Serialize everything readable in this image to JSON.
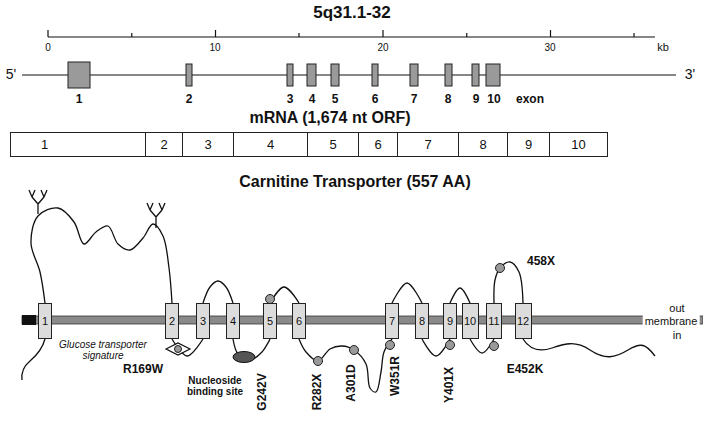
{
  "diagram": {
    "title": "5q31.1-32",
    "nodes": [
      {
        "text": [
          "1"
        ]
      },
      {
        "text": [
          "2"
        ]
      },
      {
        "text": [
          "3"
        ]
      },
      {
        "text": [
          "4"
        ]
      },
      {
        "text": [
          "5"
        ]
      },
      {
        "text": [
          "6"
        ]
      },
      {
        "text": [
          "7"
        ]
      },
      {
        "text": [
          "8"
        ]
      },
      {
        "text": [
          "9"
        ]
      },
      {
        "text": [
          "10"
        ]
      },
      {
        "text": [
          "1"
        ]
      },
      {
        "text": [
          "2"
        ]
      },
      {
        "text": [
          "3"
        ]
      },
      {
        "text": [
          "4"
        ]
      },
      {
        "text": [
          "5"
        ]
      },
      {
        "text": [
          "6"
        ]
      },
      {
        "text": [
          "7"
        ]
      },
      {
        "text": [
          "8"
        ]
      },
      {
        "text": [
          "9"
        ]
      },
      {
        "text": [
          "10"
        ]
      },
      {
        "text": [
          "11"
        ]
      },
      {
        "text": [
          "12"
        ]
      }
    ],
    "edges": [
      {
        "from": 10,
        "to": 11,
        "arrow": "none"
      },
      {
        "from": 11,
        "to": 12,
        "arrow": "none"
      },
      {
        "from": 12,
        "to": 13,
        "arrow": "none"
      },
      {
        "from": 13,
        "to": 14,
        "arrow": "none"
      },
      {
        "from": 14,
        "to": 15,
        "arrow": "none"
      },
      {
        "from": 15,
        "to": 16,
        "arrow": "none"
      },
      {
        "from": 16,
        "to": 17,
        "arrow": "none"
      },
      {
        "from": 17,
        "to": 18,
        "arrow": "none"
      },
      {
        "from": 18,
        "to": 19,
        "arrow": "none"
      },
      {
        "from": 19,
        "to": 20,
        "arrow": "none"
      },
      {
        "from": 20,
        "to": 21,
        "arrow": "none"
      }
    ],
    "labels": [
      "0",
      "10",
      "20",
      "30",
      "kb",
      "5'",
      "3'",
      "1",
      "2",
      "3",
      "4",
      "5",
      "6",
      "7",
      "8",
      "9",
      "10",
      "exon",
      "mRNA (1,674 nt ORF)",
      "Carnitine Transporter (557 AA)",
      "out",
      "membrane",
      "in",
      "Glucose transporter signature",
      "R169W",
      "Nucleoside binding site",
      "G242V",
      "R282X",
      "A301D",
      "W351R",
      "Y401X",
      "E452K",
      "458X"
    ]
  }
}
